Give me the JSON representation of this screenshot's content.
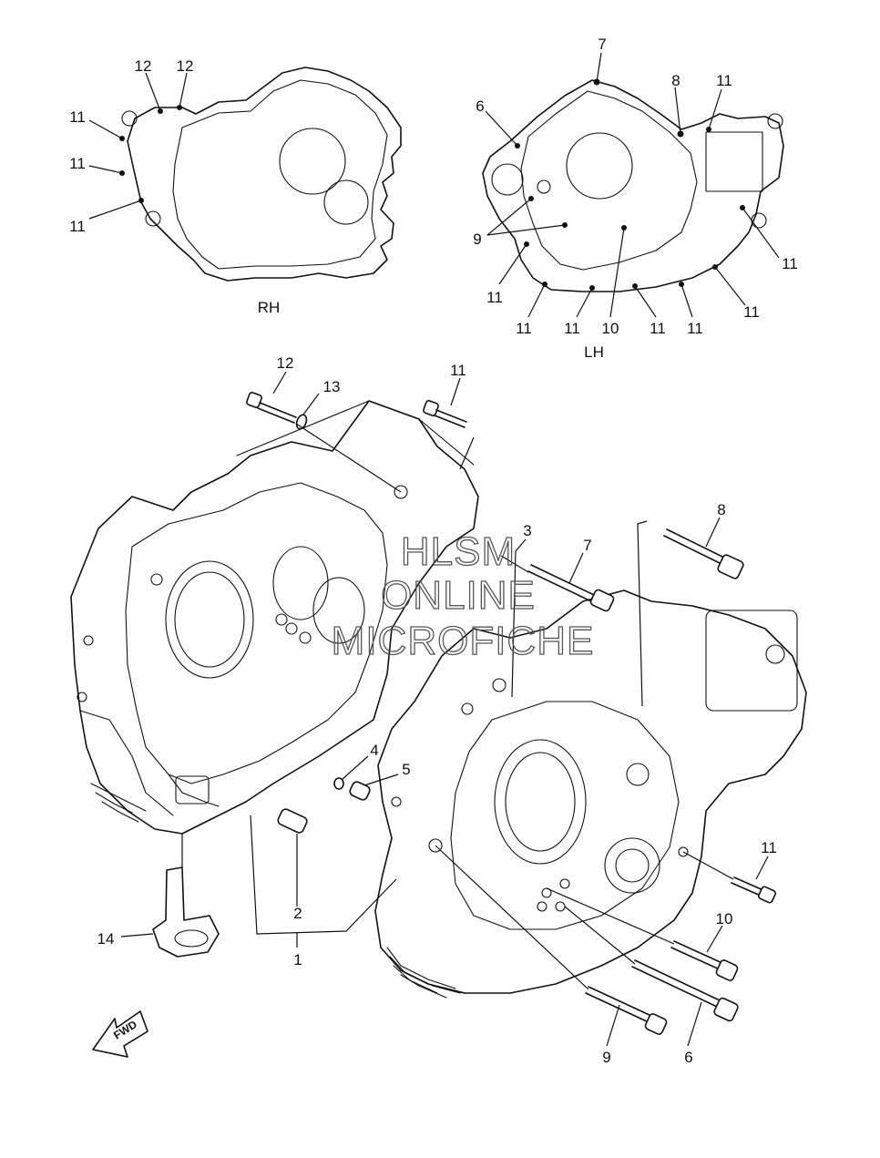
{
  "watermark": {
    "line1": "HLSM",
    "line2": "ONLINE",
    "line3": "MICROFICHE"
  },
  "fwd_label": "FWD",
  "rh_cover": {
    "side_label": "RH",
    "callouts": [
      "12",
      "12",
      "11",
      "11",
      "11"
    ]
  },
  "lh_cover": {
    "side_label": "LH",
    "callouts": [
      "7",
      "6",
      "8",
      "11",
      "9",
      "11",
      "11",
      "11",
      "10",
      "11",
      "11",
      "11",
      "11"
    ]
  },
  "crankcase": {
    "callouts": [
      "12",
      "13",
      "11",
      "3",
      "7",
      "8",
      "4",
      "5",
      "2",
      "1",
      "14",
      "11",
      "10",
      "9",
      "6"
    ]
  }
}
